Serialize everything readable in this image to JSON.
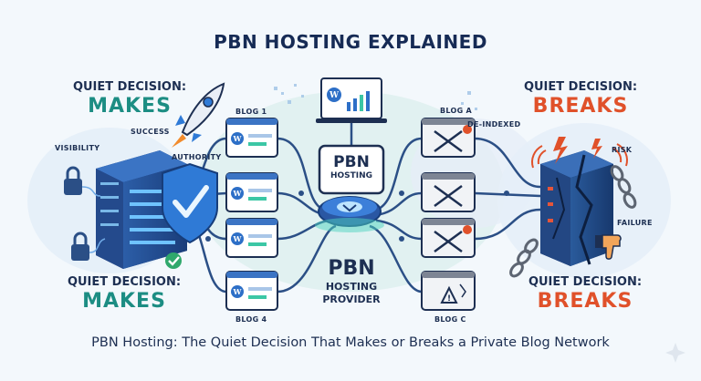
{
  "title": "PBN HOSTING EXPLAINED",
  "left": {
    "top_label": "QUIET DECISION:",
    "top_word": "MAKES",
    "bottom_label": "QUIET DECISION:",
    "bottom_word": "MAKES",
    "tags": {
      "visibility": "VISIBILITY",
      "success": "SUCCESS",
      "authority": "AUTHORITY"
    }
  },
  "right": {
    "top_label": "QUIET DECISION:",
    "top_word": "BREAKS",
    "bottom_label": "QUIET DECISION:",
    "bottom_word": "BREAKS",
    "tags": {
      "deindexed": "DE-INDEXED",
      "risk": "RISK",
      "failure": "FAILURE"
    }
  },
  "center": {
    "sign_line1": "PBN",
    "sign_line2": "HOSTING",
    "provider_line1": "PBN",
    "provider_line2": "HOSTING",
    "provider_line3": "PROVIDER"
  },
  "blogs": {
    "blog1": "BLOG 1",
    "blog4": "BLOG 4",
    "blogA": "BLOG A",
    "blogC": "BLOG C"
  },
  "caption": "PBN Hosting: The Quiet Decision That Makes or Breaks a Private Blog Network",
  "colors": {
    "teal": "#1c8d83",
    "red": "#e0512a",
    "navy": "#1d2f52",
    "blue": "#2d6fc7"
  }
}
